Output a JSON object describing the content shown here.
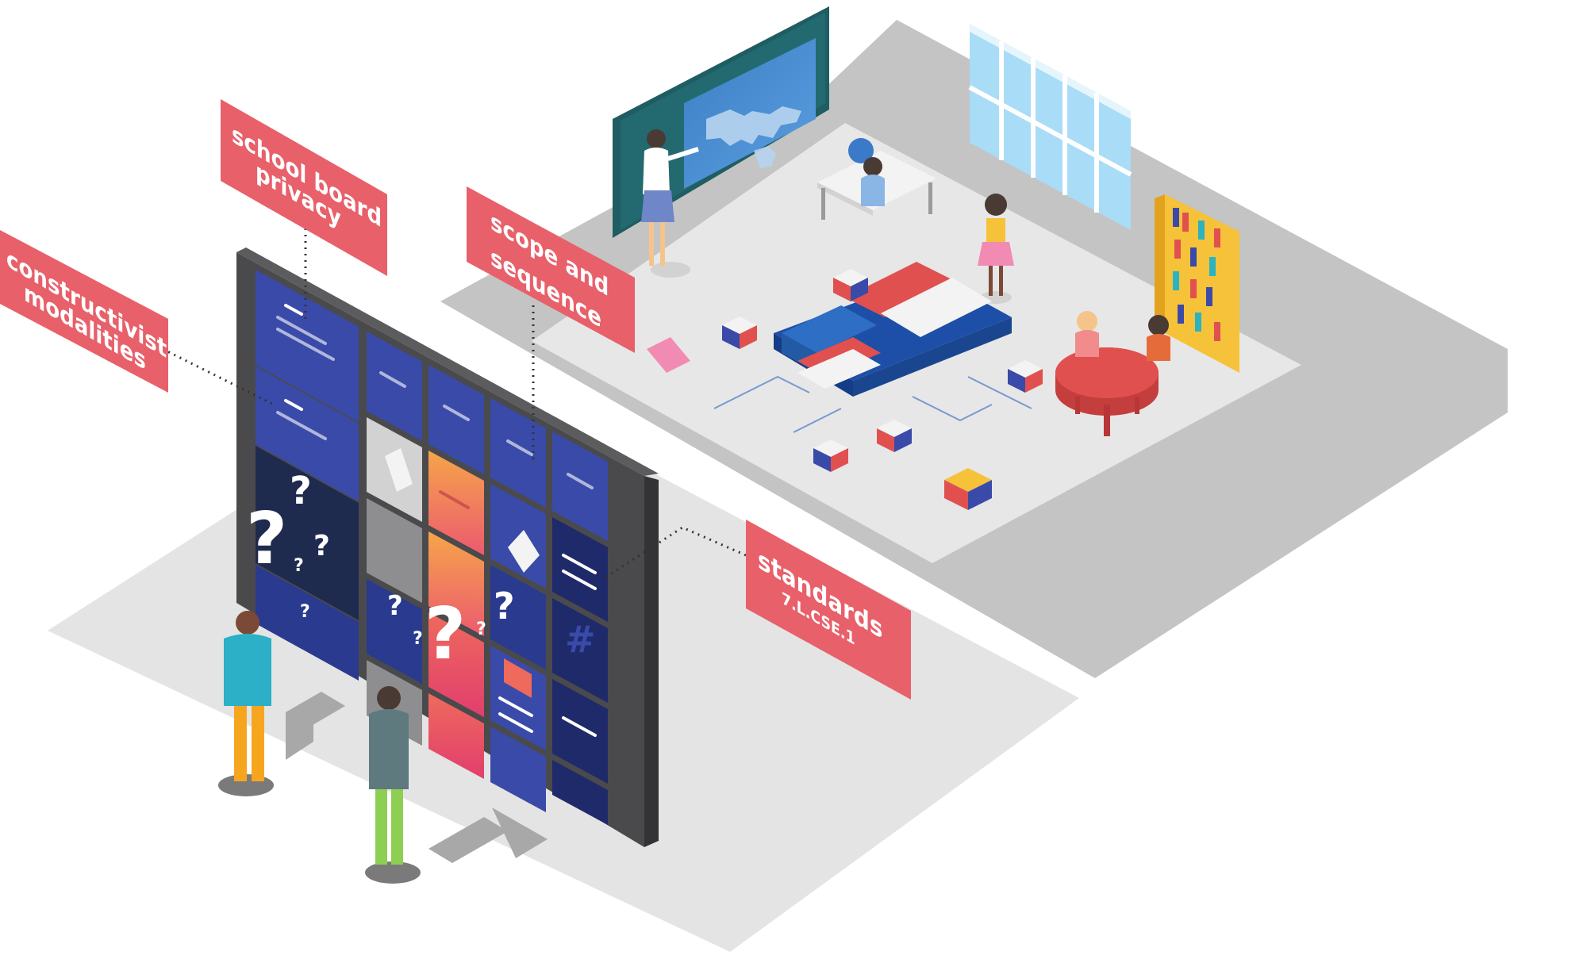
{
  "labels": {
    "school_board": {
      "line1": "school board",
      "line2": "privacy"
    },
    "constructivist": {
      "line1": "constructivist",
      "line2": "modalities"
    },
    "scope": {
      "line1": "scope and",
      "line2": "sequence"
    },
    "standards": {
      "line1": "standards",
      "line2": "7.L.CSE.1"
    }
  },
  "board": {
    "question_mark": "?",
    "hash_mark": "#"
  },
  "colors": {
    "label_red": "#e8606a",
    "board_frame": "#4a4a4c",
    "tile_blue": "#3a4aa8",
    "tile_navy": "#1f2a6b",
    "floor_gray": "#c4c4c4",
    "floor_light": "#e6e6e6",
    "chalkboard_teal": "#1f5d63",
    "table_red": "#e0504f",
    "shelf_yellow": "#f6c23a"
  },
  "icons": [
    "question-mark-icon",
    "document-icon",
    "globe-icon",
    "book-stack-icon",
    "world-map-icon",
    "hash-icon"
  ]
}
